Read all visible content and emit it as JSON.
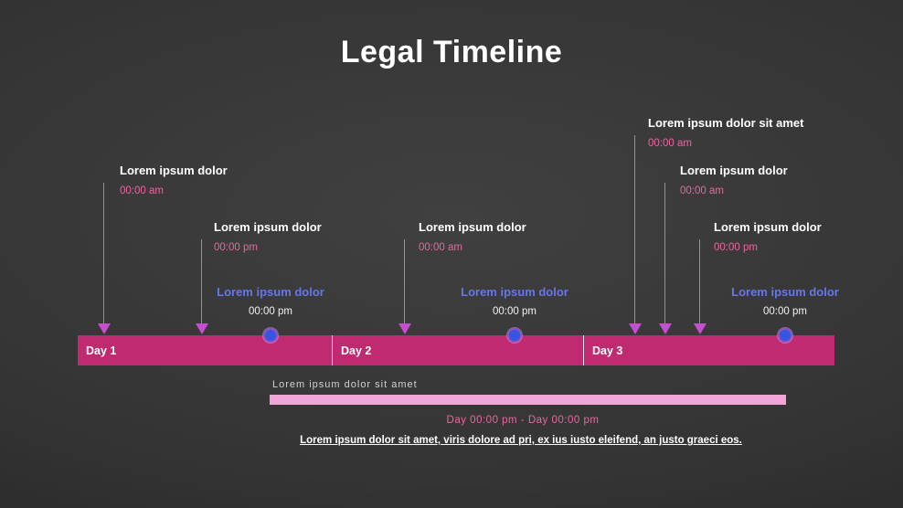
{
  "title": "Legal Timeline",
  "days": [
    {
      "label": "Day 1"
    },
    {
      "label": "Day 2"
    },
    {
      "label": "Day 3"
    }
  ],
  "arrow_events": [
    {
      "title": "Lorem ipsum dolor",
      "time": "00:00 am"
    },
    {
      "title": "Lorem ipsum dolor",
      "time": "00:00 pm"
    },
    {
      "title": "Lorem ipsum dolor",
      "time": "00:00 am"
    },
    {
      "title": "Lorem ipsum dolor sit amet",
      "time": "00:00 am"
    },
    {
      "title": "Lorem ipsum dolor",
      "time": "00:00 am"
    },
    {
      "title": "Lorem ipsum dolor",
      "time": "00:00 pm"
    }
  ],
  "milestones": [
    {
      "title": "Lorem ipsum dolor",
      "time": "00:00 pm"
    },
    {
      "title": "Lorem ipsum dolor",
      "time": "00:00 pm"
    },
    {
      "title": "Lorem ipsum dolor",
      "time": "00:00 pm"
    }
  ],
  "duration": {
    "label": "Lorem ipsum dolor sit amet",
    "range": "Day 00:00 pm - Day 00:00 pm"
  },
  "footer": "Lorem ipsum dolor sit amet, viris dolore ad pri, ex ius iusto eleifend, an justo graeci eos.",
  "colors": {
    "bar": "#bf2a70",
    "arrow": "#c44fd0",
    "time_text": "#e8679f",
    "milestone_text": "#6677e8",
    "duration_bar": "#f2a6d8"
  }
}
